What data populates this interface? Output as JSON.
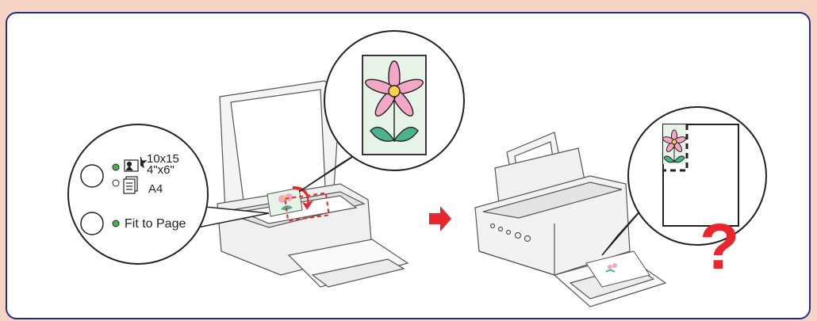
{
  "illustration": {
    "control_panel": {
      "size_labels": {
        "size_metric": "10x15",
        "size_imperial": "4\"x6\"",
        "size_a4": "A4"
      },
      "fit_label": "Fit to Page",
      "led_on_color": "#4caf50",
      "led_off_color": "#ffffff",
      "icons": [
        "photo-size-icon",
        "document-icon"
      ]
    },
    "arrow_color": "#e8262c",
    "question_mark": "?",
    "question_color": "#e8262c",
    "flower_colors": {
      "petal": "#f4a6c6",
      "center": "#f7d24a",
      "leaf": "#4bb38f",
      "paper": "#e6f3e6"
    }
  }
}
